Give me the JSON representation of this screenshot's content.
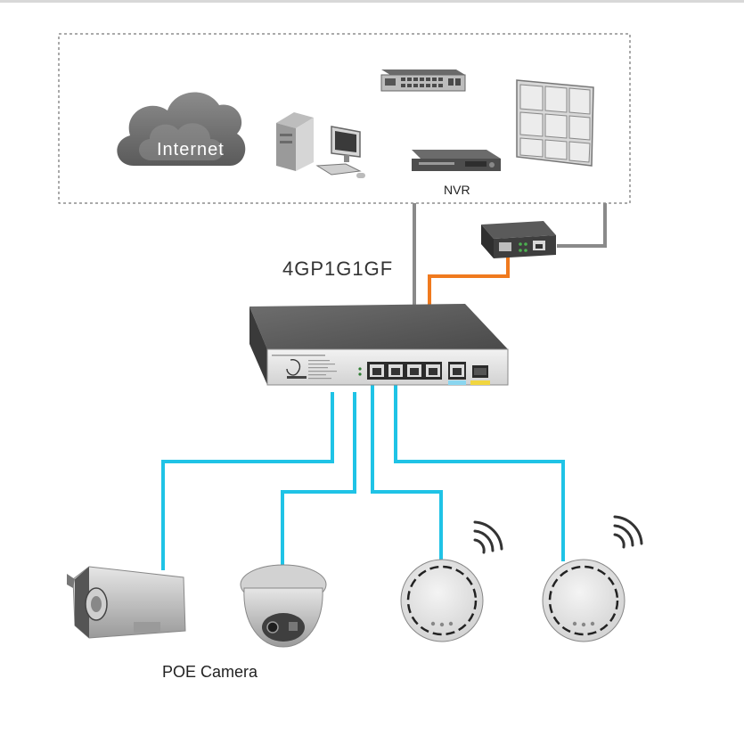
{
  "labels": {
    "internet": "Internet",
    "nvr": "NVR",
    "switch_model": "4GP1G1GF",
    "poe_camera": "POE Camera"
  },
  "colors": {
    "poe_link": "#1fc3e6",
    "fiber_link": "#f07a1e",
    "uplink": "#8a8a8a",
    "device_dark": "#4a4a4a",
    "device_light": "#d9d9d9"
  },
  "icons": [
    "cloud-icon",
    "desktop-computer-icon",
    "network-switch-icon",
    "nvr-recorder-icon",
    "video-wall-icon",
    "media-converter-icon",
    "bullet-camera-icon",
    "dome-camera-icon",
    "wifi-access-point-icon"
  ]
}
